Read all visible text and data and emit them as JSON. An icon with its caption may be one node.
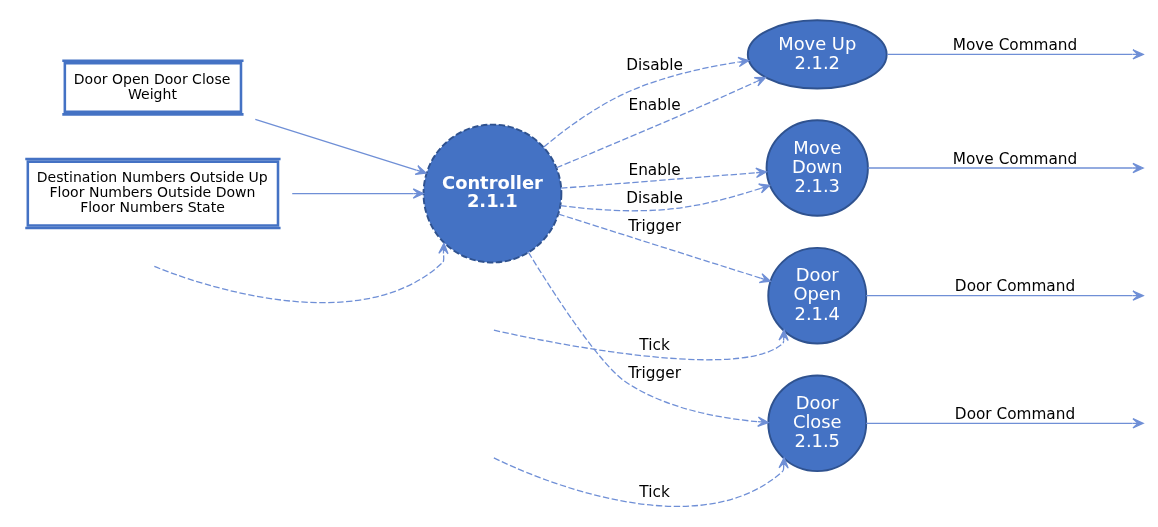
{
  "diagram": {
    "nodes": [
      {
        "text": [
          "Door Open Door Close Weight"
        ]
      },
      {
        "text": [
          "Destination Numbers Outside Up  Floor Numbers Outside Down Floor Numbers State"
        ]
      },
      {
        "text": [
          "Controller 2.1.1"
        ]
      },
      {
        "text": [
          "Move Up 2.1.2"
        ]
      },
      {
        "text": [
          "Move Down 2.1.3"
        ]
      },
      {
        "text": [
          "Door Open 2.1.4"
        ]
      },
      {
        "text": [
          "Door Close 2.1.5"
        ]
      }
    ],
    "edges": [
      {
        "from": 0,
        "to": 2,
        "arrow": "to"
      },
      {
        "from": 1,
        "to": 2,
        "arrow": "to"
      },
      {
        "from": null,
        "to": 2,
        "arrow": "to",
        "style": "dashed"
      },
      {
        "from": 2,
        "to": 3,
        "label": "Disable",
        "arrow": "to",
        "style": "dashed"
      },
      {
        "from": 2,
        "to": 3,
        "label": "Enable",
        "arrow": "to",
        "style": "dashed"
      },
      {
        "from": 2,
        "to": 4,
        "label": "Enable",
        "arrow": "to",
        "style": "dashed"
      },
      {
        "from": 2,
        "to": 4,
        "label": "Disable",
        "arrow": "to",
        "style": "dashed"
      },
      {
        "from": 2,
        "to": 5,
        "label": "Trigger",
        "arrow": "to",
        "style": "dashed"
      },
      {
        "from": null,
        "to": 5,
        "label": "Tick",
        "arrow": "to",
        "style": "dashed"
      },
      {
        "from": 2,
        "to": 6,
        "label": "Trigger",
        "arrow": "to",
        "style": "dashed"
      },
      {
        "from": null,
        "to": 6,
        "label": "Tick",
        "arrow": "to",
        "style": "dashed"
      },
      {
        "from": 3,
        "to": null,
        "label": "Move Command",
        "arrow": "to"
      },
      {
        "from": 4,
        "to": null,
        "label": "Move Command",
        "arrow": "to"
      },
      {
        "from": 5,
        "to": null,
        "label": "Door Command",
        "arrow": "to"
      },
      {
        "from": 6,
        "to": null,
        "label": "Door Command",
        "arrow": "to"
      }
    ]
  }
}
